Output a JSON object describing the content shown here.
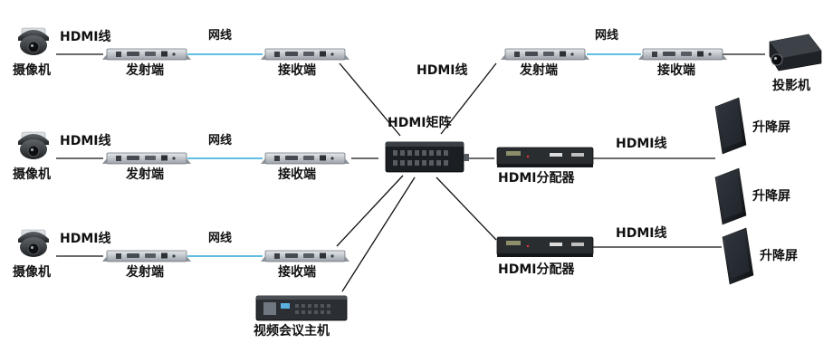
{
  "labels": {
    "camera": "摄像机",
    "transmitter": "发射端",
    "receiver": "接收端",
    "hdmi_cable": "HDMI线",
    "network_cable": "网线",
    "matrix": "HDMI矩阵",
    "projector": "投影机",
    "splitter": "HDMI分配器",
    "lift_screen": "升降屏",
    "conference_host": "视频会议主机"
  },
  "colors": {
    "ethernet_line": "#2aa8d8",
    "hdmi_line": "#111111",
    "device_body": "#c7ccd2",
    "matrix_body": "#1b1e22",
    "splitter_body": "#2a2d30"
  }
}
